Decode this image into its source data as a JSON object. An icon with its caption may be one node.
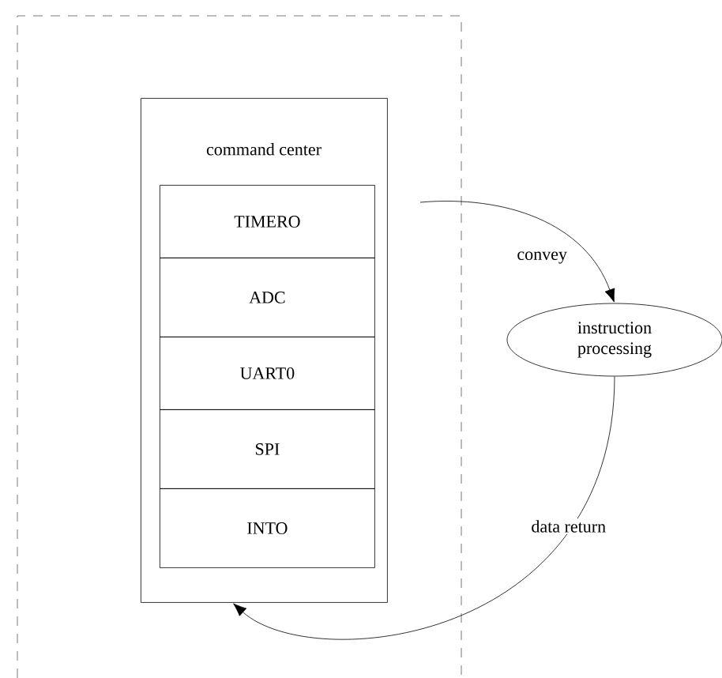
{
  "diagram": {
    "nodes": [
      {
        "text": [
          "command center"
        ]
      },
      {
        "text": [
          "TIMERO"
        ],
        "in": 0
      },
      {
        "text": [
          "ADC"
        ],
        "in": 0
      },
      {
        "text": [
          "UART0"
        ],
        "in": 0
      },
      {
        "text": [
          "SPI"
        ],
        "in": 0
      },
      {
        "text": [
          "INTO"
        ],
        "in": 0
      },
      {
        "text": [
          "instruction processing"
        ]
      }
    ],
    "edges": [
      {
        "from": null,
        "to": 6,
        "arrow": "to",
        "label": "convey"
      },
      {
        "from": 6,
        "to": 0,
        "arrow": "to",
        "label": "data return"
      }
    ]
  }
}
